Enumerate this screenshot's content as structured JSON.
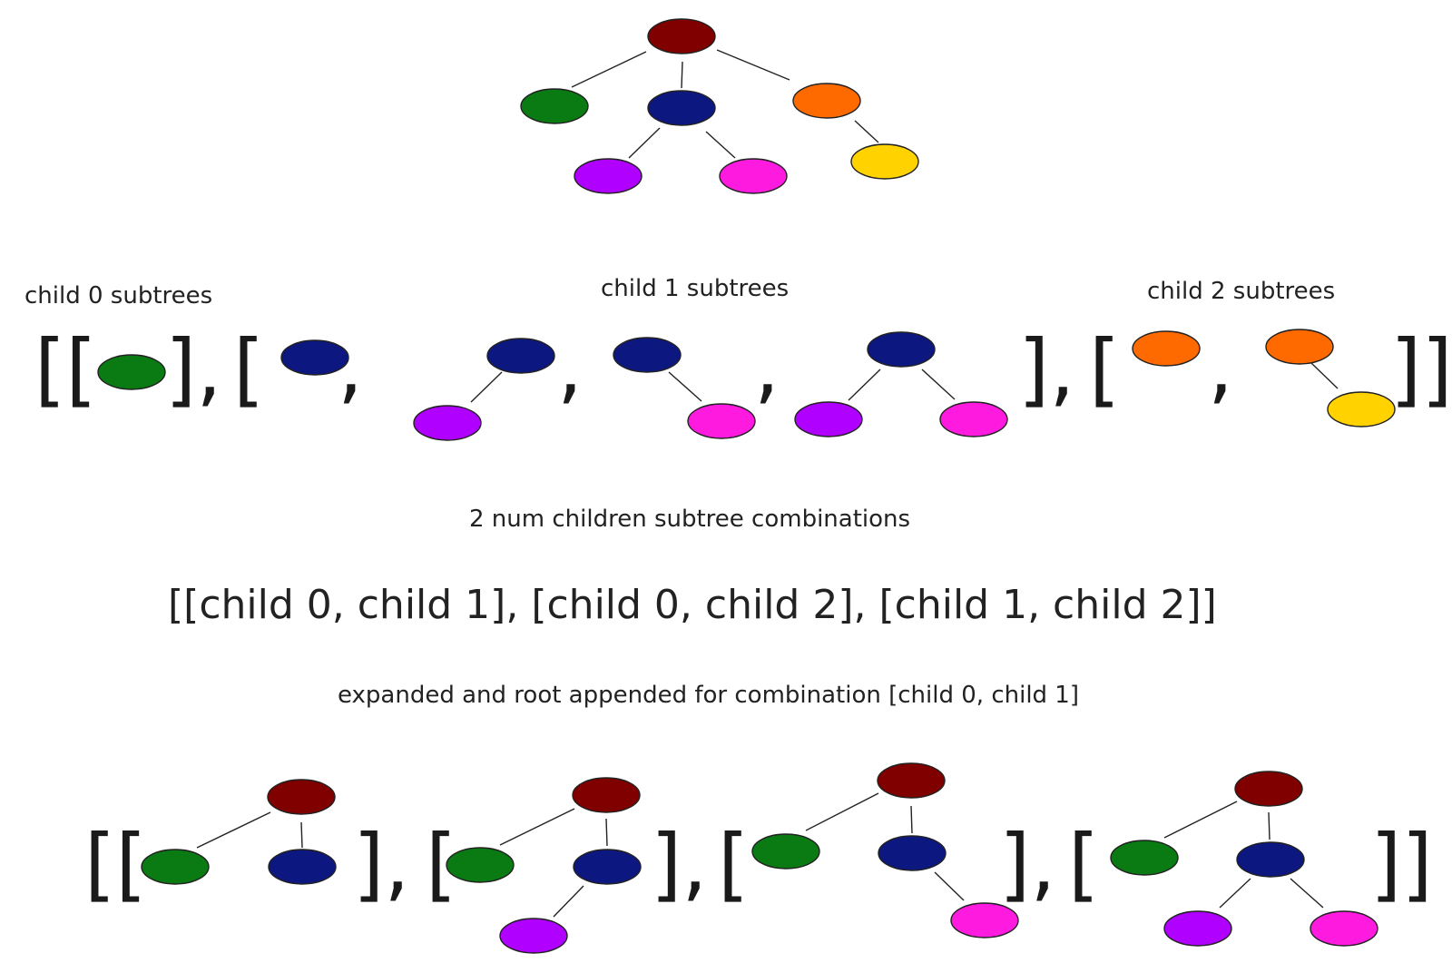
{
  "colors": {
    "root": "#800000",
    "green": "#0a7a12",
    "navy": "#0c1780",
    "orange": "#ff6a00",
    "purple": "#b000ff",
    "magenta": "#ff1ae0",
    "yellow": "#ffd200"
  },
  "labels": {
    "child0": "child 0 subtrees",
    "child1": "child 1 subtrees",
    "child2": "child 2 subtrees",
    "combos_title": "2 num children subtree combinations",
    "combos_list": "[[child 0, child 1], [child 0, child 2], [child 1, child 2]]",
    "expanded_title": "expanded and root appended for combination [child 0, child 1]"
  },
  "brackets": {
    "open2": "[[",
    "open1": "[",
    "close_comma": "],",
    "close2": "]]",
    "comma": ","
  }
}
